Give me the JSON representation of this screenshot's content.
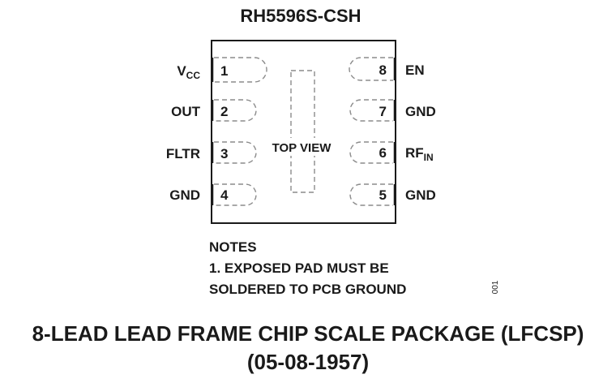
{
  "part_number": "RH5596S-CSH",
  "view_label": "TOP VIEW",
  "left_pins": [
    {
      "number": "1",
      "label": "V",
      "subscript": "CC"
    },
    {
      "number": "2",
      "label": "OUT",
      "subscript": ""
    },
    {
      "number": "3",
      "label": "FLTR",
      "subscript": ""
    },
    {
      "number": "4",
      "label": "GND",
      "subscript": ""
    }
  ],
  "right_pins": [
    {
      "number": "8",
      "label": "EN",
      "subscript": ""
    },
    {
      "number": "7",
      "label": "GND",
      "subscript": ""
    },
    {
      "number": "6",
      "label": "RF",
      "subscript": "IN"
    },
    {
      "number": "5",
      "label": "GND",
      "subscript": ""
    }
  ],
  "notes": {
    "heading": "NOTES",
    "line1": "1. EXPOSED PAD MUST BE",
    "line2": "SOLDERED TO PCB GROUND"
  },
  "figure_id": "001",
  "package": {
    "name": "8-LEAD LEAD FRAME CHIP SCALE PACKAGE (LFCSP)",
    "code": "(05-08-1957)"
  }
}
